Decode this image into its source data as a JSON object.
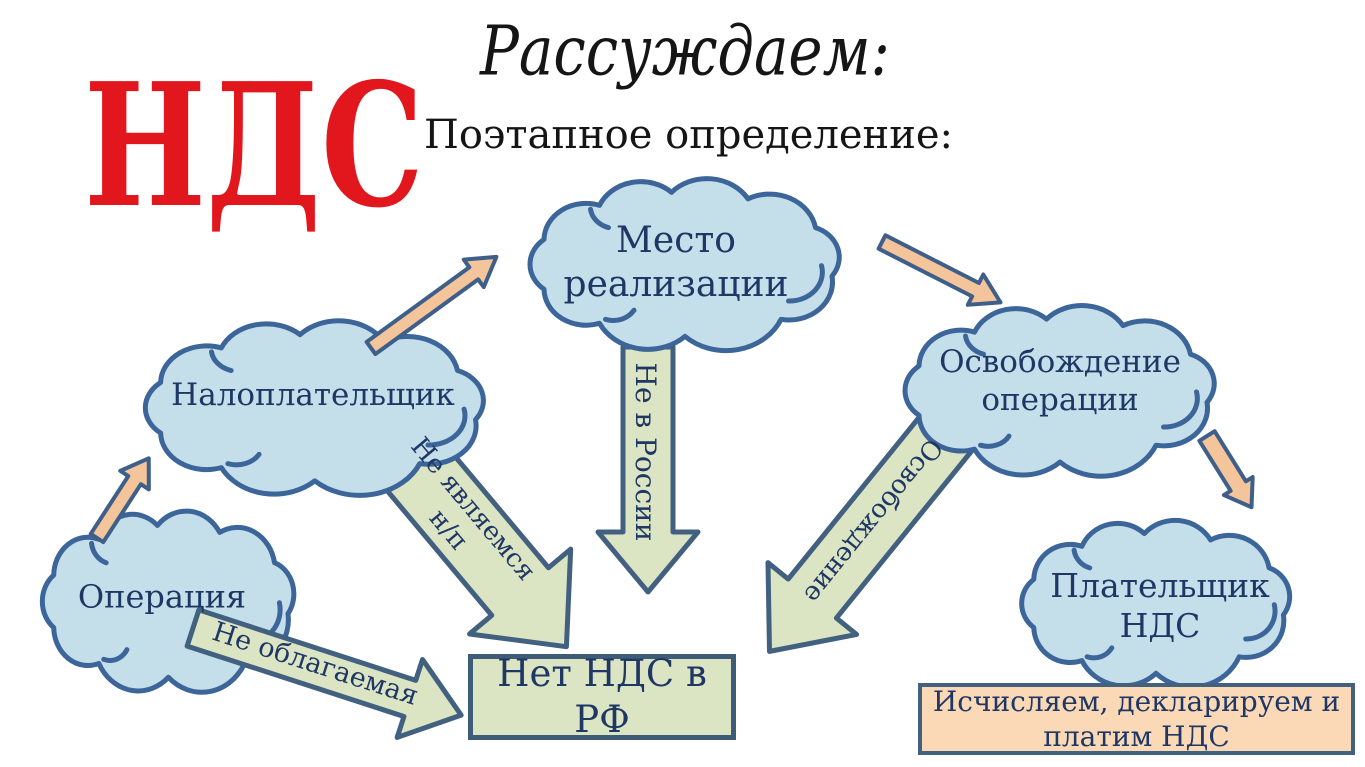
{
  "header": {
    "title": "Рассуждаем:",
    "acronym": "НДС",
    "subtitle": "Поэтапное определение:"
  },
  "clouds": {
    "place": {
      "label": "Место\nреализации"
    },
    "taxpayer": {
      "label": "Налоплательщик"
    },
    "operation": {
      "label": "Операция"
    },
    "exemption": {
      "label": "Освобождение\nоперации"
    },
    "payer": {
      "label": "Плательщик\nНДС"
    }
  },
  "arrows": {
    "not_taxpayer": {
      "label": "Не являемся\nн/п"
    },
    "not_in_russia": {
      "label": "Не в России"
    },
    "not_taxable": {
      "label": "Не облагаемая"
    },
    "exemption": {
      "label": "Освобождение"
    }
  },
  "boxes": {
    "no_vat": {
      "label": "Нет НДС в РФ"
    },
    "pay_vat": {
      "label": "Исчисляем, декларируем и\nплатим НДС"
    }
  },
  "colors": {
    "accent_red": "#E2161D",
    "cloud_fill": "#C4DEEA",
    "cloud_border": "#3C659A",
    "green_fill": "#DCE5C3",
    "green_border": "#42607F",
    "orange_fill": "#F4C49A",
    "peach_box_fill": "#FBD9B7",
    "navy_text": "#1E3765"
  }
}
